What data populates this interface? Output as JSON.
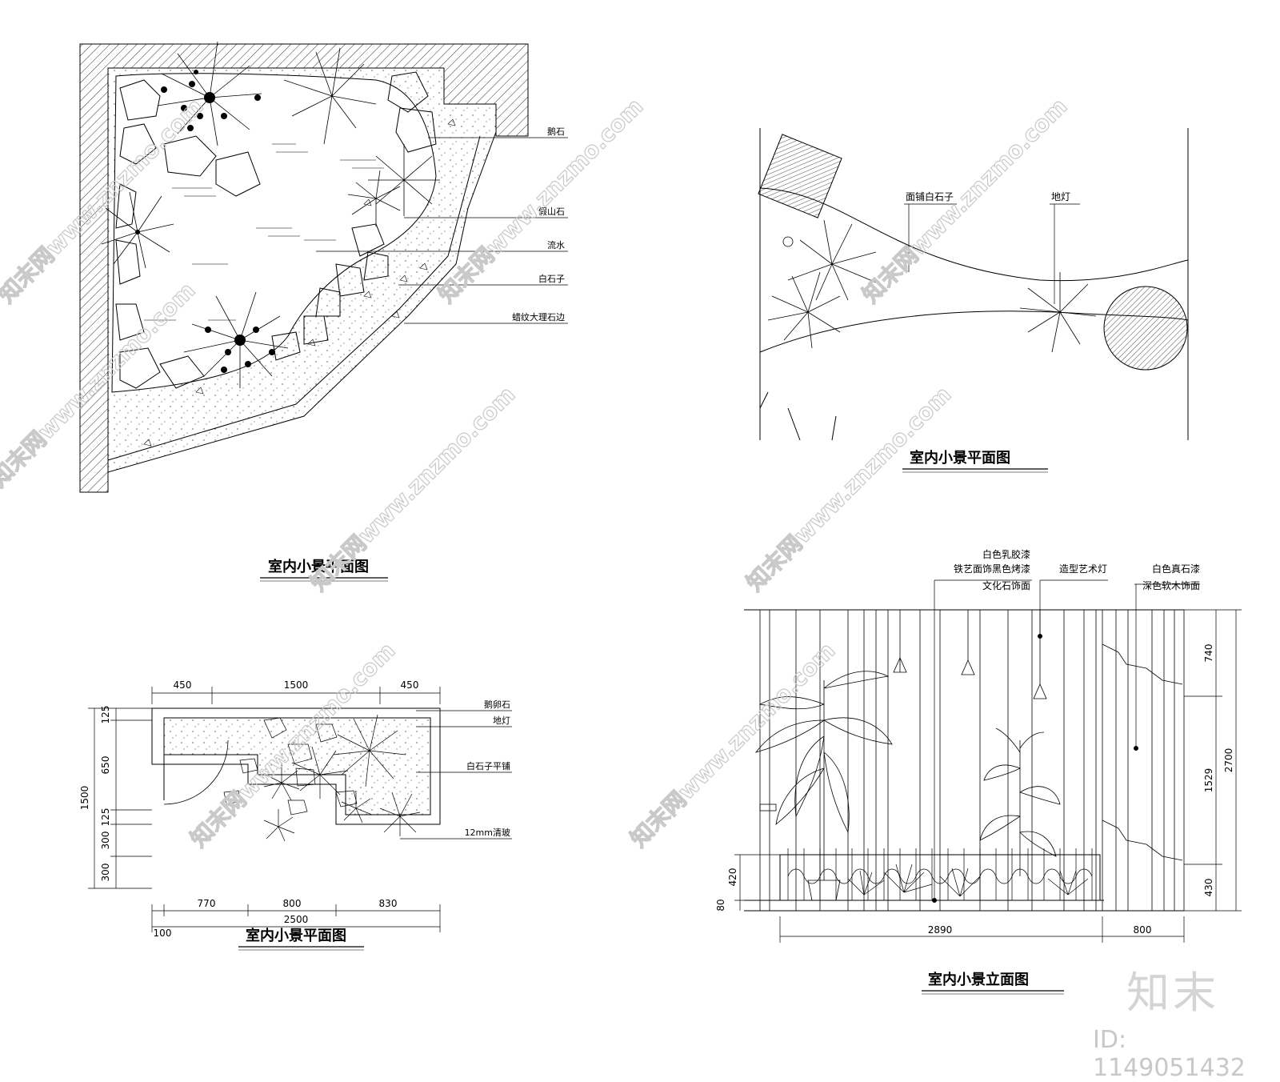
{
  "plan_a": {
    "title": "室内小景平面图",
    "labels": [
      "鹅石",
      "假山石",
      "流水",
      "白石子",
      "蜡纹大理石边"
    ]
  },
  "plan_b": {
    "title": "室内小景平面图",
    "labels": [
      "面铺白石子",
      "地灯"
    ]
  },
  "plan_c": {
    "title": "室内小景平面图",
    "labels": [
      "鹅卵石",
      "地灯",
      "白石子平铺",
      "12mm清玻"
    ],
    "dims_top": [
      "450",
      "1500",
      "450"
    ],
    "dims_left": [
      "125",
      "650",
      "125",
      "300",
      "300"
    ],
    "dim_left_total": "1500",
    "dims_bottom": [
      "770",
      "800",
      "830"
    ],
    "dims_bottom_small": "100",
    "dim_bottom_total": "2500"
  },
  "elevation": {
    "title": "室内小景立面图",
    "labels_left": [
      "白色乳胶漆",
      "铁艺面饰黑色烤漆",
      "文化石饰面"
    ],
    "label_mid": "造型艺术灯",
    "labels_right": [
      "白色真石漆",
      "深色软木饰面"
    ],
    "dims_right": [
      "740",
      "1529",
      "430"
    ],
    "dim_right_total": "2700",
    "dims_left": [
      "420",
      "80"
    ],
    "dims_bottom": [
      "2890",
      "800"
    ]
  },
  "watermarks": [
    "知末网www.znzmo.com",
    "知末网www.znzmo.com",
    "知末网www.znzmo.com",
    "知末网www.znzmo.com",
    "知末网www.znzmo.com",
    "知末网www.znzmo.com",
    "知末网www.znzmo.com",
    "知末网www.znzmo.com"
  ],
  "brand": "知末",
  "id_text": "ID: 1149051432"
}
